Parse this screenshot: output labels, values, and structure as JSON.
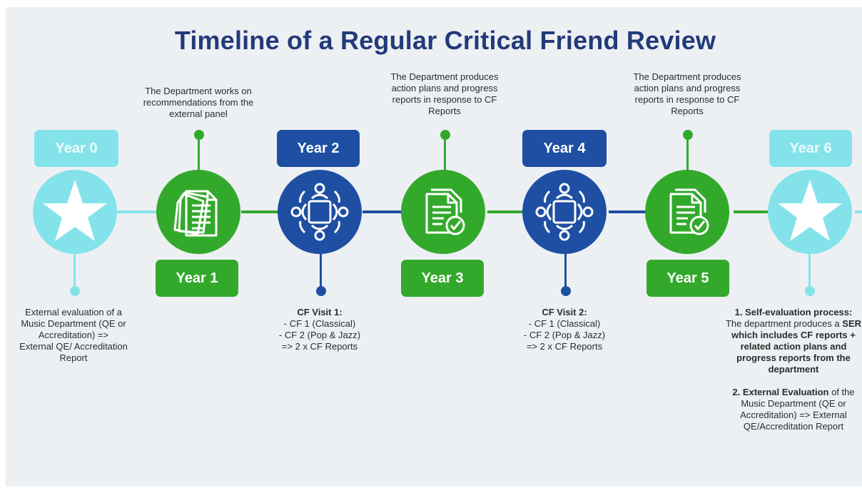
{
  "title": "Timeline of a Regular Critical Friend Review",
  "colors": {
    "light": "#84e3ea",
    "green": "#33a92c",
    "blue": "#1e4fa2",
    "title": "#233a7a"
  },
  "nodes": [
    {
      "year": "Year 0",
      "icon": "star-icon"
    },
    {
      "year": "Year 1",
      "icon": "documents-icon"
    },
    {
      "year": "Year 2",
      "icon": "meeting-icon"
    },
    {
      "year": "Year 3",
      "icon": "report-check-icon"
    },
    {
      "year": "Year 4",
      "icon": "meeting-icon"
    },
    {
      "year": "Year 5",
      "icon": "report-check-icon"
    },
    {
      "year": "Year 6",
      "icon": "star-icon"
    }
  ],
  "notes": {
    "year0": [
      "External evaluation of a",
      "Music Department (QE or",
      "Accreditation) =>",
      "External QE/ Accreditation",
      "Report"
    ],
    "year1": [
      "The Department works on",
      "recommendations from the",
      "external panel"
    ],
    "year2": {
      "heading": "CF Visit 1:",
      "lines": [
        "- CF 1 (Classical)",
        "- CF 2 (Pop & Jazz)",
        "=> 2 x CF Reports"
      ]
    },
    "year3": [
      "The Department produces",
      "action plans and progress",
      "reports in response to CF",
      "Reports"
    ],
    "year4": {
      "heading": "CF Visit 2:",
      "lines": [
        "- CF 1 (Classical)",
        "- CF 2 (Pop & Jazz)",
        "=> 2 x CF Reports"
      ]
    },
    "year5": [
      "The Department produces",
      "action plans and progress",
      "reports in response to CF",
      "Reports"
    ],
    "year6": {
      "item1_heading": "1. Self-evaluation process:",
      "item1_text": "The department produces a",
      "item1_bold": "SER which includes CF reports + related action plans and progress reports from the department",
      "item2_heading": "2. External Evaluation",
      "item2_text": "of the Music Department (QE or Accreditation) => External QE/Accreditation Report"
    }
  }
}
